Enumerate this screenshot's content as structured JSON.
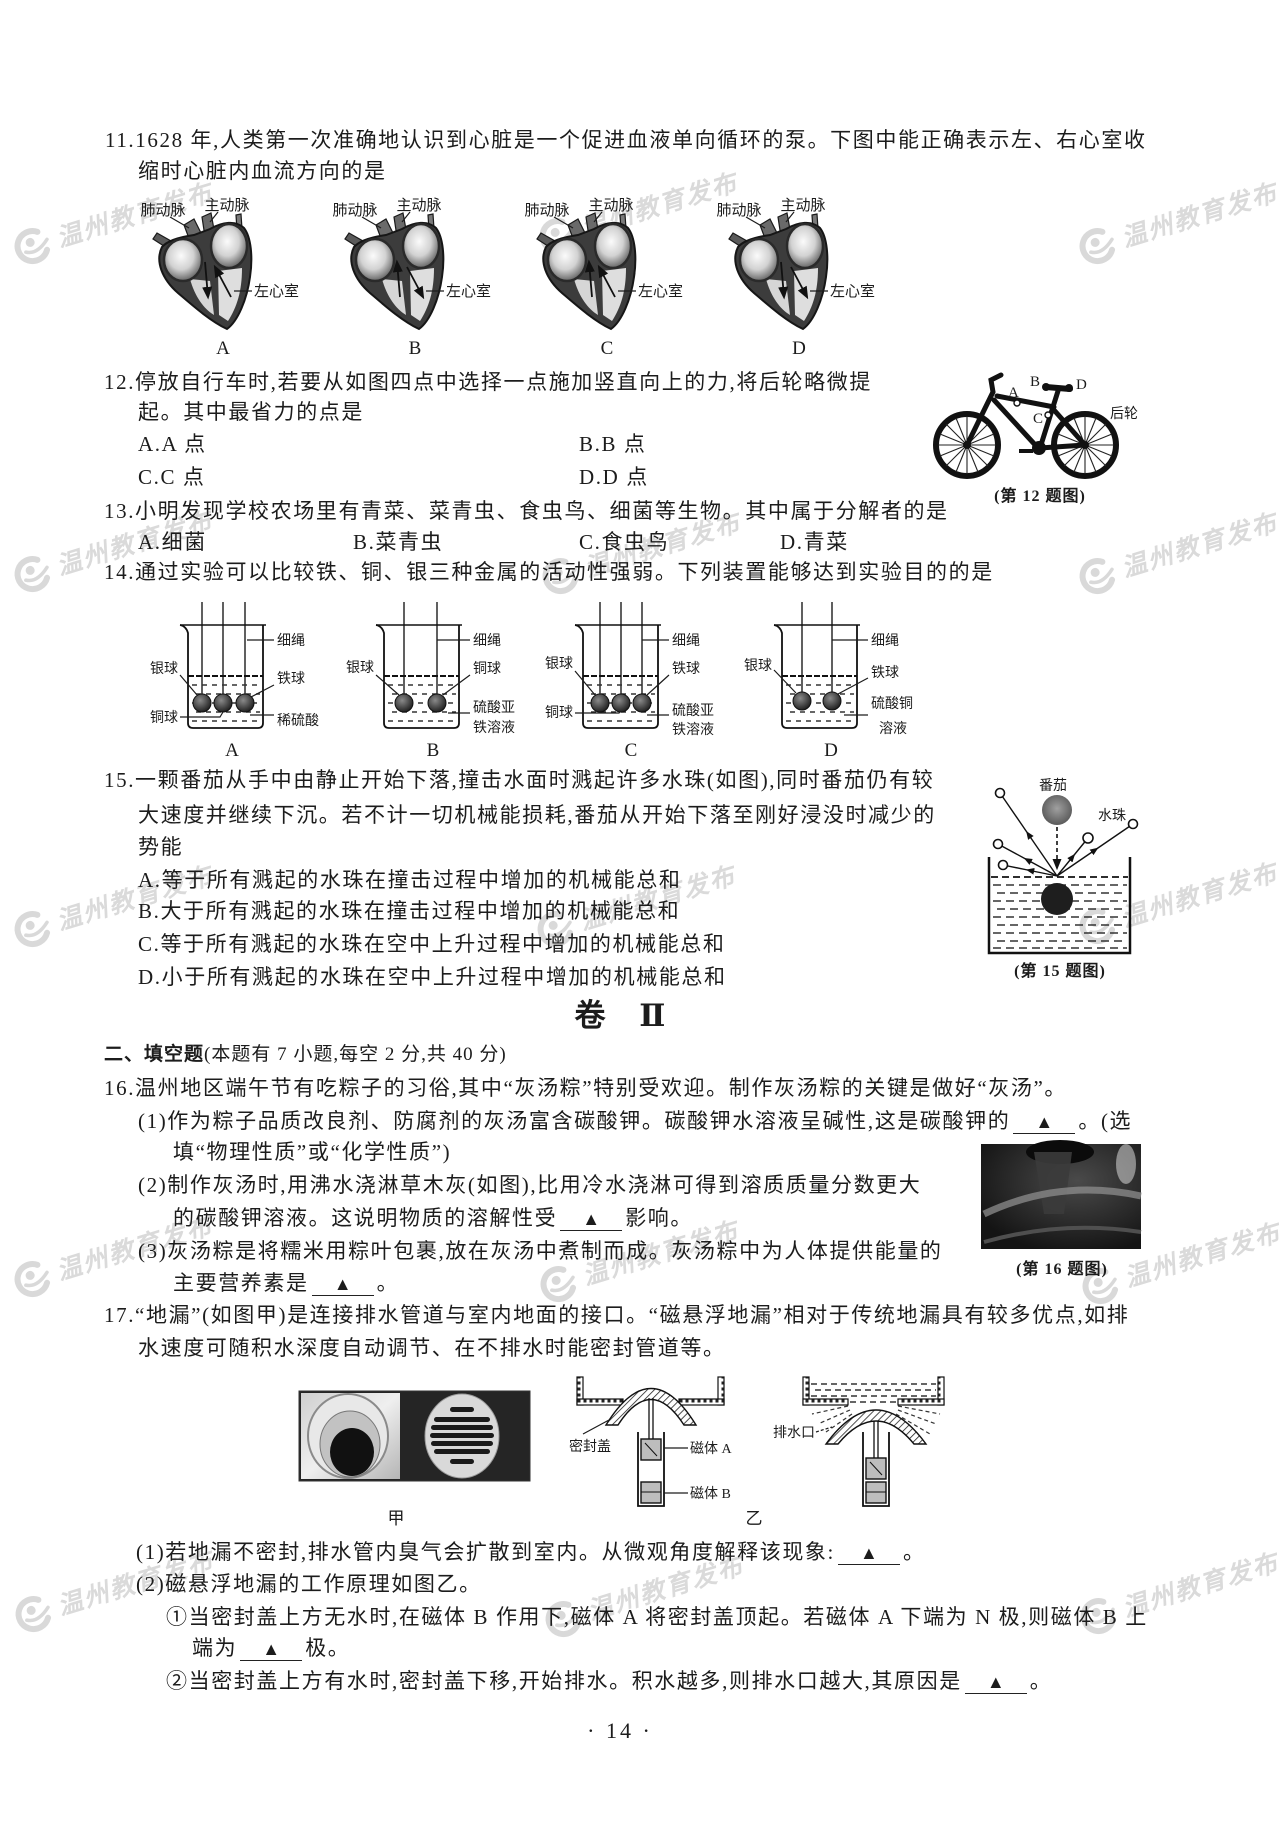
{
  "watermark": {
    "text": "温州教育发布"
  },
  "answer_blank": "▲",
  "q11": {
    "lines": [
      "11.1628 年,人类第一次准确地认识到心脏是一个促进血液单向循环的泵。下图中能正确表示左、右心室收",
      "缩时心脏内血流方向的是"
    ],
    "figure": {
      "labels": {
        "pulmonary_artery": "肺动脉",
        "aorta": "主动脉",
        "left_ventricle": "左心室"
      },
      "options": [
        {
          "letter": "A",
          "right_ventricle_arrow": "down",
          "left_ventricle_arrow": "up"
        },
        {
          "letter": "B",
          "right_ventricle_arrow": "up",
          "left_ventricle_arrow": "down"
        },
        {
          "letter": "C",
          "right_ventricle_arrow": "up",
          "left_ventricle_arrow": "up"
        },
        {
          "letter": "D",
          "right_ventricle_arrow": "down",
          "left_ventricle_arrow": "down"
        }
      ]
    }
  },
  "q12": {
    "lines": [
      "12.停放自行车时,若要从如图四点中选择一点施加竖直向上的力,将后轮略微提",
      "起。其中最省力的点是"
    ],
    "options": [
      "A.A 点",
      "B.B 点",
      "C.C 点",
      "D.D 点"
    ],
    "figure": {
      "points": [
        "A",
        "B",
        "C",
        "D"
      ],
      "rear_wheel_label": "后轮",
      "caption": "(第 12 题图)"
    }
  },
  "q13": {
    "lines": [
      "13.小明发现学校农场里有青菜、菜青虫、食虫鸟、细菌等生物。其中属于分解者的是"
    ],
    "options": [
      "A.细菌",
      "B.菜青虫",
      "C.食虫鸟",
      "D.青菜"
    ]
  },
  "q14": {
    "lines": [
      "14.通过实验可以比较铁、铜、银三种金属的活动性强弱。下列装置能够达到实验目的的是"
    ],
    "figure": {
      "options": [
        {
          "letter": "A",
          "rope": "细绳",
          "ball_left": "银球",
          "ball_right": "铁球",
          "ball_middle": "铜球",
          "solution": [
            "稀硫酸"
          ]
        },
        {
          "letter": "B",
          "rope": "细绳",
          "ball_left": "银球",
          "ball_right": "铜球",
          "solution": [
            "硫酸亚",
            "铁溶液"
          ]
        },
        {
          "letter": "C",
          "rope": "细绳",
          "ball_left": "银球",
          "ball_right": "铁球",
          "ball_middle": "铜球",
          "solution": [
            "硫酸亚",
            "铁溶液"
          ]
        },
        {
          "letter": "D",
          "rope": "细绳",
          "ball_left": "银球",
          "ball_right": "铁球",
          "solution": [
            "硫酸铜",
            "溶液"
          ]
        }
      ]
    }
  },
  "q15": {
    "lines": [
      "15.一颗番茄从手中由静止开始下落,撞击水面时溅起许多水珠(如图),同时番茄仍有较",
      "大速度并继续下沉。若不计一切机械能损耗,番茄从开始下落至刚好浸没时减少的",
      "势能"
    ],
    "options": [
      "A.等于所有溅起的水珠在撞击过程中增加的机械能总和",
      "B.大于所有溅起的水珠在撞击过程中增加的机械能总和",
      "C.等于所有溅起的水珠在空中上升过程中增加的机械能总和",
      "D.小于所有溅起的水珠在空中上升过程中增加的机械能总和"
    ],
    "figure": {
      "tomato_label": "番茄",
      "droplet_label": "水珠",
      "caption": "(第 15 题图)"
    }
  },
  "part2": {
    "title": "卷 Ⅱ",
    "section_bold": "二、填空题",
    "section_note": "(本题有 7 小题,每空 2 分,共 40 分)"
  },
  "q16": {
    "stem": "16.温州地区端午节有吃粽子的习俗,其中“灰汤粽”特别受欢迎。制作灰汤粽的关键是做好“灰汤”。",
    "sub1": {
      "line1_before": "(1)作为粽子品质改良剂、防腐剂的灰汤富含碳酸钾。碳酸钾水溶液呈碱性,这是碳酸钾的",
      "line1_after": "。(选",
      "line2": "填“物理性质”或“化学性质”)"
    },
    "sub2": {
      "line1": "(2)制作灰汤时,用沸水浇淋草木灰(如图),比用冷水浇淋可得到溶质质量分数更大",
      "line2_before": "的碳酸钾溶液。这说明物质的溶解性受",
      "line2_after": "影响。"
    },
    "sub3": {
      "line1": "(3)灰汤粽是将糯米用粽叶包裹,放在灰汤中煮制而成。灰汤粽中为人体提供能量的",
      "line2_before": "主要营养素是",
      "line2_after": "。"
    },
    "figure": {
      "caption": "(第 16 题图)"
    }
  },
  "q17": {
    "lines": [
      "17.“地漏”(如图甲)是连接排水管道与室内地面的接口。“磁悬浮地漏”相对于传统地漏具有较多优点,如排",
      "水速度可随积水深度自动调节、在不排水时能密封管道等。"
    ],
    "figure": {
      "label_jia": "甲",
      "label_yi": "乙",
      "seal_cover": "密封盖",
      "magnet_a": "磁体 A",
      "magnet_b": "磁体 B",
      "drain_outlet": "排水口"
    },
    "sub1": {
      "before": "(1)若地漏不密封,排水管内臭气会扩散到室内。从微观角度解释该现象:",
      "after": "。"
    },
    "sub2": {
      "text": "(2)磁悬浮地漏的工作原理如图乙。",
      "item1": {
        "line1": "①当密封盖上方无水时,在磁体 B 作用下,磁体 A 将密封盖顶起。若磁体 A 下端为 N 极,则磁体 B 上",
        "line2_before": "端为",
        "line2_after": "极。"
      },
      "item2": {
        "before": "②当密封盖上方有水时,密封盖下移,开始排水。积水越多,则排水口越大,其原因是",
        "after": "。"
      }
    }
  },
  "page_number": "· 14 ·"
}
